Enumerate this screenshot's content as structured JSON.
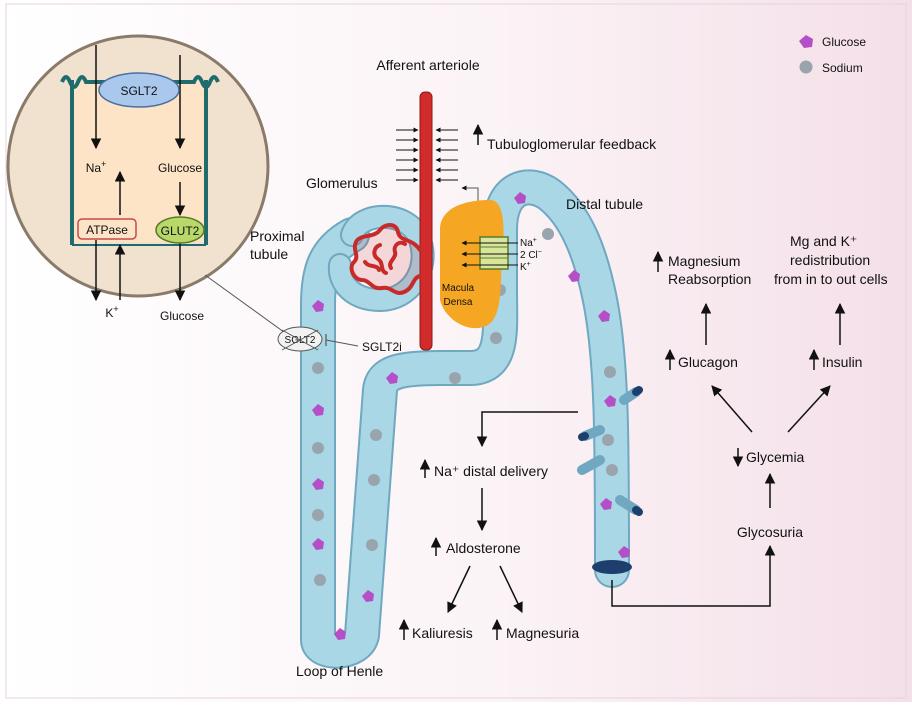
{
  "legend": {
    "glucose": "Glucose",
    "sodium": "Sodium"
  },
  "colors": {
    "tubule": "#a9d7e6",
    "tubule_stroke": "#6fa8c0",
    "glucose": "#b44fc8",
    "sodium": "#9aa4ad",
    "arteriole": "#d12b2b",
    "macula": "#f5a623",
    "inset_bg": "#f1e2cf",
    "inset_border": "#8a7a6a",
    "cell_fill": "#fde4c6",
    "sglt2_fill": "#a9c8ec",
    "glut2_fill": "#b8d96a",
    "background_pink": "#f7e9ef"
  },
  "inset": {
    "sglt2": "SGLT2",
    "na": "Na",
    "na_sup": "+",
    "glucose_top": "Glucose",
    "atpase": "ATPase",
    "glut2": "GLUT2",
    "k": "K",
    "k_sup": "+",
    "glucose_bottom": "Glucose"
  },
  "labels": {
    "afferent_arteriole": "Afferent arteriole",
    "tubuloglomerular_feedback": "Tubuloglomerular feedback",
    "glomerulus": "Glomerulus",
    "distal_tubule": "Distal tubule",
    "proximal_tubule_1": "Proximal",
    "proximal_tubule_2": "tubule",
    "macula_densa_1": "Macula",
    "macula_densa_2": "Densa",
    "ion_na": "Na",
    "ion_cl": "2 Cl",
    "ion_k": "K",
    "sglt2_marker": "SGLT2",
    "sglt2i": "SGLT2i",
    "loop_of_henle": "Loop of Henle"
  },
  "flow": {
    "na_distal_delivery": "Na⁺ distal delivery",
    "aldosterone": "Aldosterone",
    "kaliuresis": "Kaliuresis",
    "magnesuria": "Magnesuria",
    "magnesium_reabsorption_1": "Magnesium",
    "magnesium_reabsorption_2": "Reabsorption",
    "mg_k_1": "Mg and K⁺",
    "mg_k_2": "redistribution",
    "mg_k_3": "from in to out cells",
    "glucagon": "Glucagon",
    "insulin": "Insulin",
    "glycemia": "Glycemia",
    "glycosuria": "Glycosuria"
  }
}
